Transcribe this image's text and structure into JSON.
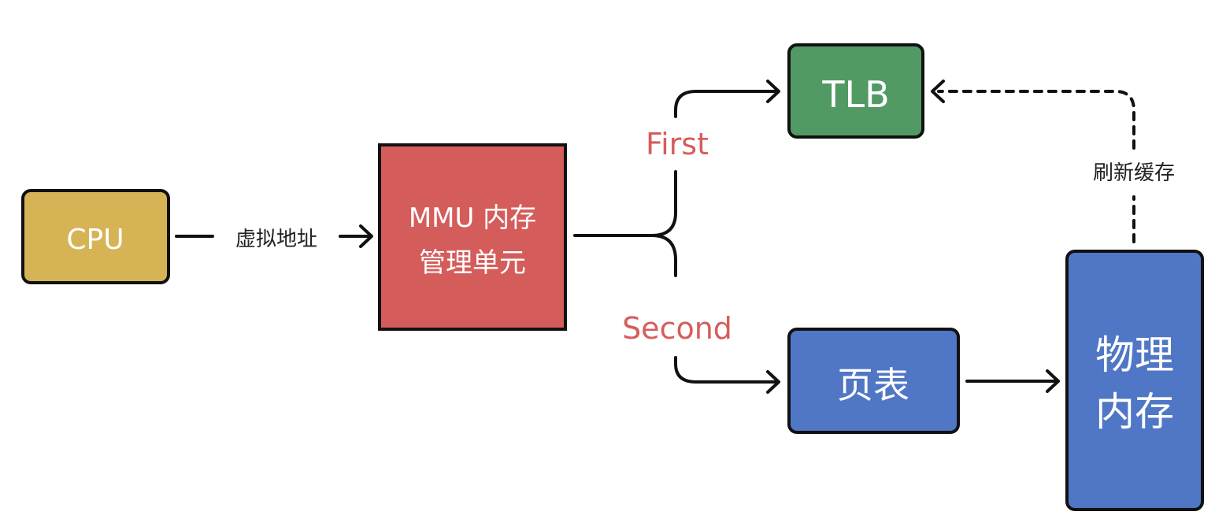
{
  "nodes": {
    "cpu": {
      "label": "CPU",
      "color": "#d6b456"
    },
    "mmu": {
      "line1": "MMU 内存",
      "line2": "管理单元",
      "color": "#d45d5b"
    },
    "tlb": {
      "label": "TLB",
      "color": "#519a63"
    },
    "page_table": {
      "label": "页表",
      "color": "#5077c6"
    },
    "physical_memory": {
      "line1": "物理",
      "line2": "内存",
      "color": "#5077c6"
    }
  },
  "edges": {
    "virtual_address": "虚拟地址",
    "first": "First",
    "second": "Second",
    "refresh_cache": "刷新缓存"
  }
}
